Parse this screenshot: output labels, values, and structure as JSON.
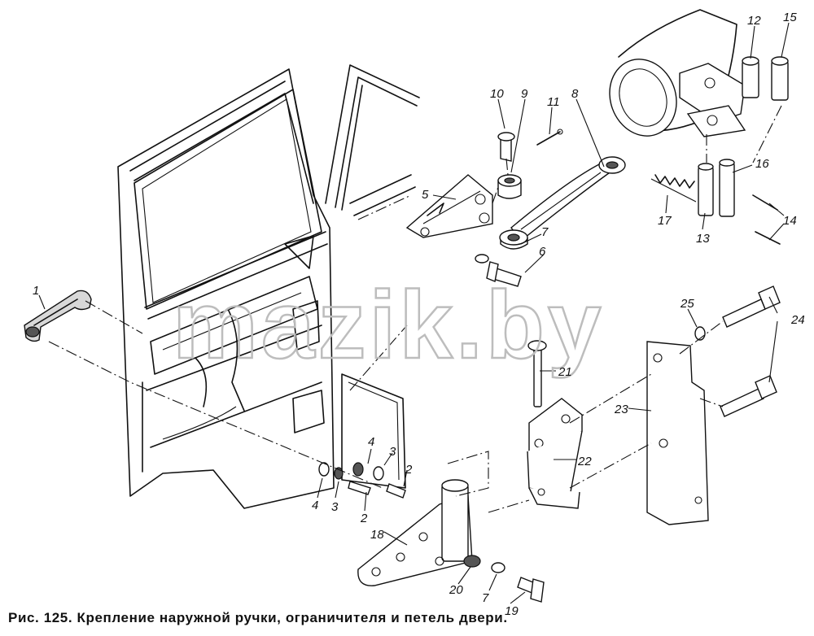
{
  "caption": "Рис. 125. Крепление наружной ручки, ограничителя и петель двери.",
  "watermark": "mazik.by",
  "callouts": [
    "1",
    "2",
    "2",
    "3",
    "3",
    "4",
    "4",
    "5",
    "6",
    "7",
    "7",
    "8",
    "9",
    "10",
    "11",
    "12",
    "13",
    "14",
    "15",
    "16",
    "17",
    "18",
    "19",
    "20",
    "21",
    "22",
    "23",
    "24",
    "25"
  ]
}
